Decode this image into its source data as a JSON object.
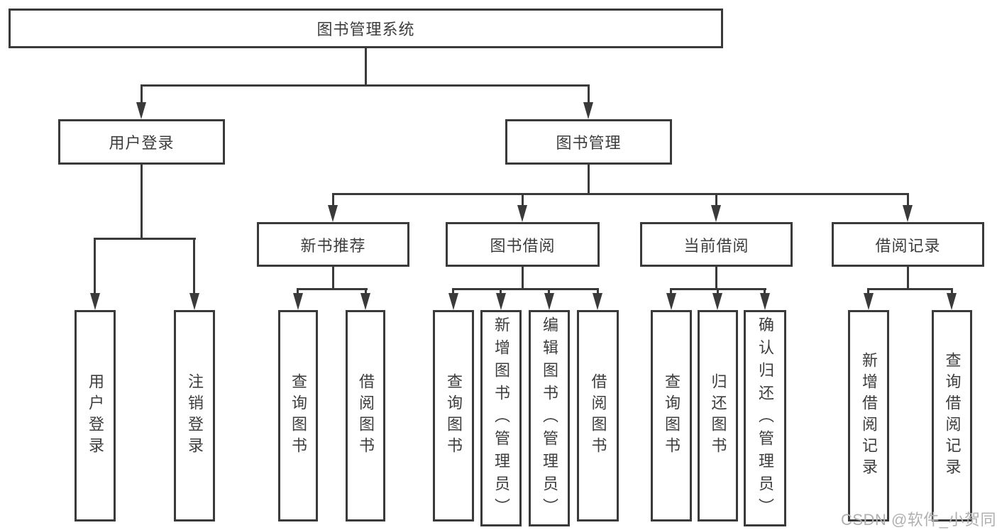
{
  "diagram": {
    "watermark": "CSDN @软件_小贺同学",
    "colors": {
      "background": "#ffffff",
      "box_border": "#3a3a3a",
      "connector_line": "#3a3a3a",
      "text": "#3d3d3d",
      "watermark_text": "#b0b0b0"
    },
    "tree": {
      "root": {
        "label": "图书管理系统",
        "children": [
          {
            "label": "用户登录",
            "children": [
              {
                "label": "用户登录"
              },
              {
                "label": "注销登录"
              }
            ]
          },
          {
            "label": "图书管理",
            "children": [
              {
                "label": "新书推荐",
                "children": [
                  {
                    "label": "查询图书"
                  },
                  {
                    "label": "借阅图书"
                  }
                ]
              },
              {
                "label": "图书借阅",
                "children": [
                  {
                    "label": "查询图书"
                  },
                  {
                    "label": "新增图书（管理员）"
                  },
                  {
                    "label": "编辑图书（管理员）"
                  },
                  {
                    "label": "借阅图书"
                  }
                ]
              },
              {
                "label": "当前借阅",
                "children": [
                  {
                    "label": "查询图书"
                  },
                  {
                    "label": "归还图书"
                  },
                  {
                    "label": "确认归还（管理员）"
                  }
                ]
              },
              {
                "label": "借阅记录",
                "children": [
                  {
                    "label": "新增借阅记录"
                  },
                  {
                    "label": "查询借阅记录"
                  }
                ]
              }
            ]
          }
        ]
      }
    }
  }
}
